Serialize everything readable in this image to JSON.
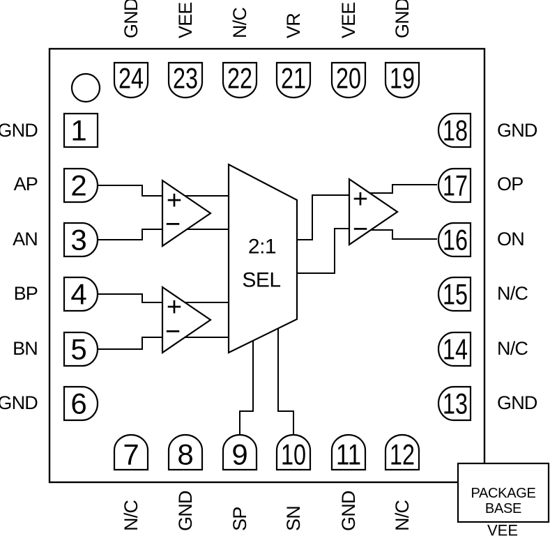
{
  "colors": {
    "line": "#000000",
    "background": "#ffffff"
  },
  "mux": {
    "line1": "2:1",
    "line2": "SEL"
  },
  "amp1": {
    "plus": "+",
    "minus": "−"
  },
  "amp2": {
    "plus": "+",
    "minus": "−"
  },
  "amp3": {
    "plus": "+",
    "minus": "−"
  },
  "package_base": {
    "line1": "PACKAGE",
    "line2": "BASE",
    "net": "VEE"
  },
  "pins": {
    "p1": {
      "num": "1",
      "label": "GND"
    },
    "p2": {
      "num": "2",
      "label": "AP"
    },
    "p3": {
      "num": "3",
      "label": "AN"
    },
    "p4": {
      "num": "4",
      "label": "BP"
    },
    "p5": {
      "num": "5",
      "label": "BN"
    },
    "p6": {
      "num": "6",
      "label": "GND"
    },
    "p7": {
      "num": "7",
      "label": "N/C"
    },
    "p8": {
      "num": "8",
      "label": "GND"
    },
    "p9": {
      "num": "9",
      "label": "SP"
    },
    "p10": {
      "num": "10",
      "label": "SN"
    },
    "p11": {
      "num": "11",
      "label": "GND"
    },
    "p12": {
      "num": "12",
      "label": "N/C"
    },
    "p13": {
      "num": "13",
      "label": "GND"
    },
    "p14": {
      "num": "14",
      "label": "N/C"
    },
    "p15": {
      "num": "15",
      "label": "N/C"
    },
    "p16": {
      "num": "16",
      "label": "ON"
    },
    "p17": {
      "num": "17",
      "label": "OP"
    },
    "p18": {
      "num": "18",
      "label": "GND"
    },
    "p19": {
      "num": "19",
      "label": "GND"
    },
    "p20": {
      "num": "20",
      "label": "VEE"
    },
    "p21": {
      "num": "21",
      "label": "VR"
    },
    "p22": {
      "num": "22",
      "label": "N/C"
    },
    "p23": {
      "num": "23",
      "label": "VEE"
    },
    "p24": {
      "num": "24",
      "label": "GND"
    }
  }
}
